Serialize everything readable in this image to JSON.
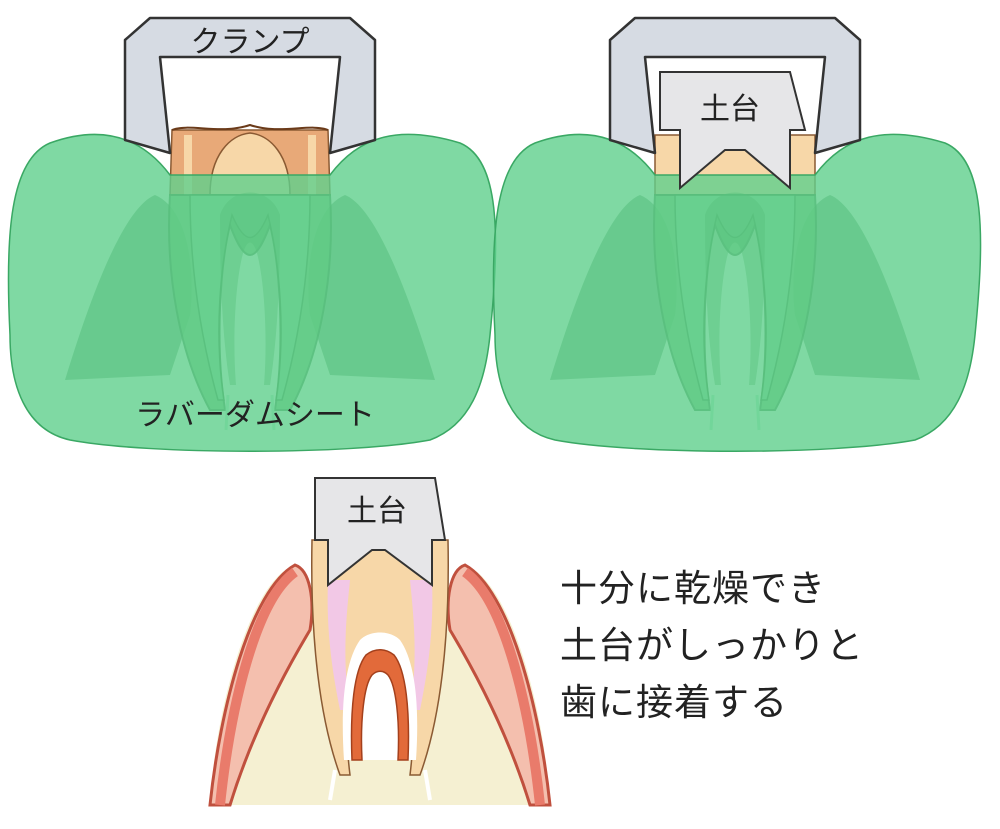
{
  "labels": {
    "clamp": "クランプ",
    "rubber_dam": "ラバーダムシート",
    "core_top_right": "土台",
    "core_bottom": "土台"
  },
  "caption": {
    "line1": "十分に乾燥でき",
    "line2": "土台がしっかりと",
    "line3": "歯に接着する"
  },
  "colors": {
    "clamp_fill": "#d6dbe3",
    "clamp_stroke": "#333333",
    "dam_fill": "#5fcf8c",
    "dam_alpha": 0.8,
    "crown_orange": "#e8a978",
    "dentin": "#f7d7a8",
    "pulp": "#e26a3a",
    "core_fill": "#e6e6e8",
    "gum_red": "#e97b6b",
    "gum_pink": "#f4bfae",
    "bone": "#f5f0d2",
    "root_pink": "#f2c8e6"
  }
}
